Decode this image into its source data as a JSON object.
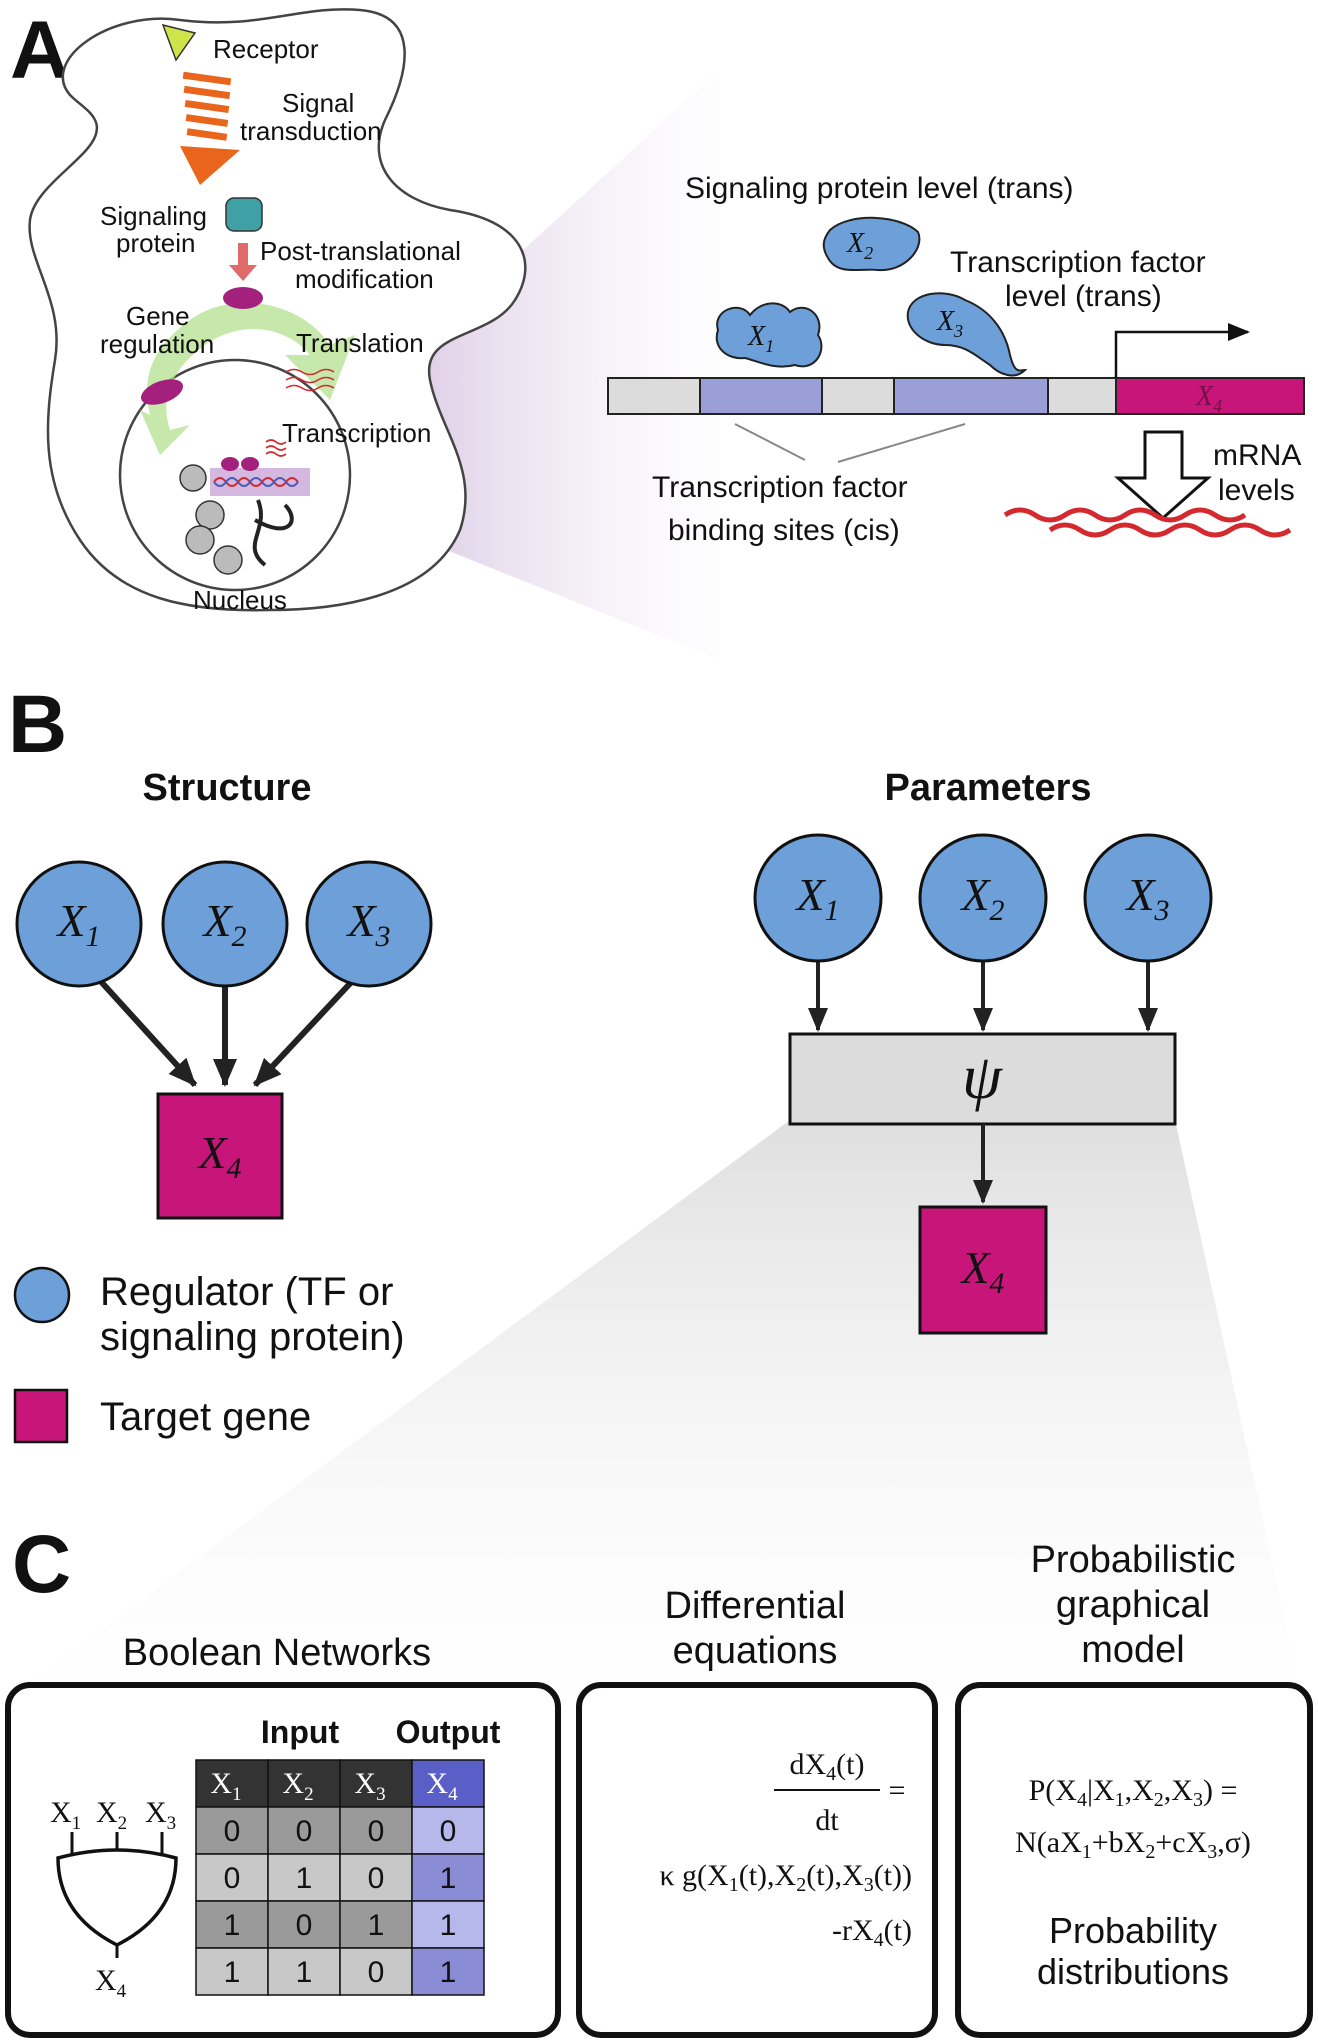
{
  "panel_a": {
    "letter": "A",
    "labels": {
      "receptor": "Receptor",
      "signal_1": "Signal",
      "signal_2": "transduction",
      "signaling_1": "Signaling",
      "signaling_2": "protein",
      "ptm_1": "Post-translational",
      "ptm_2": "modification",
      "gene_1": "Gene",
      "gene_2": "regulation",
      "translation": "Translation",
      "transcription": "Transcription",
      "nucleus": "Nucleus"
    },
    "zoom": {
      "signaling_level": "Signaling protein level (trans)",
      "tf_level_1": "Transcription factor",
      "tf_level_2": "level (trans)",
      "binding_1": "Transcription factor",
      "binding_2": "binding sites (cis)",
      "mrna_1": "mRNA",
      "mrna_2": "levels",
      "x1": "X",
      "x1_sub": "1",
      "x2": "X",
      "x2_sub": "2",
      "x3": "X",
      "x3_sub": "3",
      "x4": "X",
      "x4_sub": "4"
    }
  },
  "panel_b": {
    "letter": "B",
    "structure_title": "Structure",
    "parameters_title": "Parameters",
    "nodes": [
      {
        "label": "X",
        "sub": "1"
      },
      {
        "label": "X",
        "sub": "2"
      },
      {
        "label": "X",
        "sub": "3"
      }
    ],
    "target": {
      "label": "X",
      "sub": "4"
    },
    "psi": "ψ",
    "legend": {
      "regulator_1": "Regulator (TF or",
      "regulator_2": "signaling protein)",
      "target": "Target gene"
    }
  },
  "panel_c": {
    "letter": "C",
    "boolean_title": "Boolean Networks",
    "diff_title_1": "Differential",
    "diff_title_2": "equations",
    "pgm_title_1": "Probabilistic",
    "pgm_title_2": "graphical",
    "pgm_title_3": "model",
    "input_label": "Input",
    "output_label": "Output",
    "gate": {
      "in1": "X",
      "in1_sub": "1",
      "in2": "X",
      "in2_sub": "2",
      "in3": "X",
      "in3_sub": "3",
      "out": "X",
      "out_sub": "4"
    },
    "truth_table": {
      "headers": [
        {
          "label": "X",
          "sub": "1"
        },
        {
          "label": "X",
          "sub": "2"
        },
        {
          "label": "X",
          "sub": "3"
        },
        {
          "label": "X",
          "sub": "4"
        }
      ],
      "rows": [
        [
          "0",
          "0",
          "0",
          "0"
        ],
        [
          "0",
          "1",
          "0",
          "1"
        ],
        [
          "1",
          "0",
          "1",
          "1"
        ],
        [
          "1",
          "1",
          "0",
          "1"
        ]
      ]
    },
    "diff_eq": {
      "num": "dX",
      "num_sub": "4",
      "num_tail": "(t)",
      "den": "dt",
      "eq": "=",
      "line2_a": "κ g(X",
      "line2_s1": "1",
      "line2_b": "(t),X",
      "line2_s2": "2",
      "line2_c": "(t),X",
      "line2_s3": "3",
      "line2_d": "(t))",
      "line3_a": "-rX",
      "line3_s": "4",
      "line3_b": "(t)"
    },
    "pgm_eq": {
      "l1_a": "P(X",
      "l1_s4": "4",
      "l1_b": "|X",
      "l1_s1": "1",
      "l1_c": ",X",
      "l1_s2": "2",
      "l1_d": ",X",
      "l1_s3": "3",
      "l1_e": ") =",
      "l2_a": "N(aX",
      "l2_s1": "1",
      "l2_b": "+bX",
      "l2_s2": "2",
      "l2_c": "+cX",
      "l2_s3": "3",
      "l2_d": ",σ)"
    },
    "pgm_caption_1": "Probability",
    "pgm_caption_2": "distributions"
  },
  "colors": {
    "regulator_blue": "#6d9fd8",
    "target_magenta": "#c8157a",
    "binding_site_purple": "#9b9fd8",
    "mrna_red": "#d42a2f",
    "signal_orange": "#e8651b",
    "header_dark": "#333333",
    "output_purple": "#5a5fc8"
  }
}
